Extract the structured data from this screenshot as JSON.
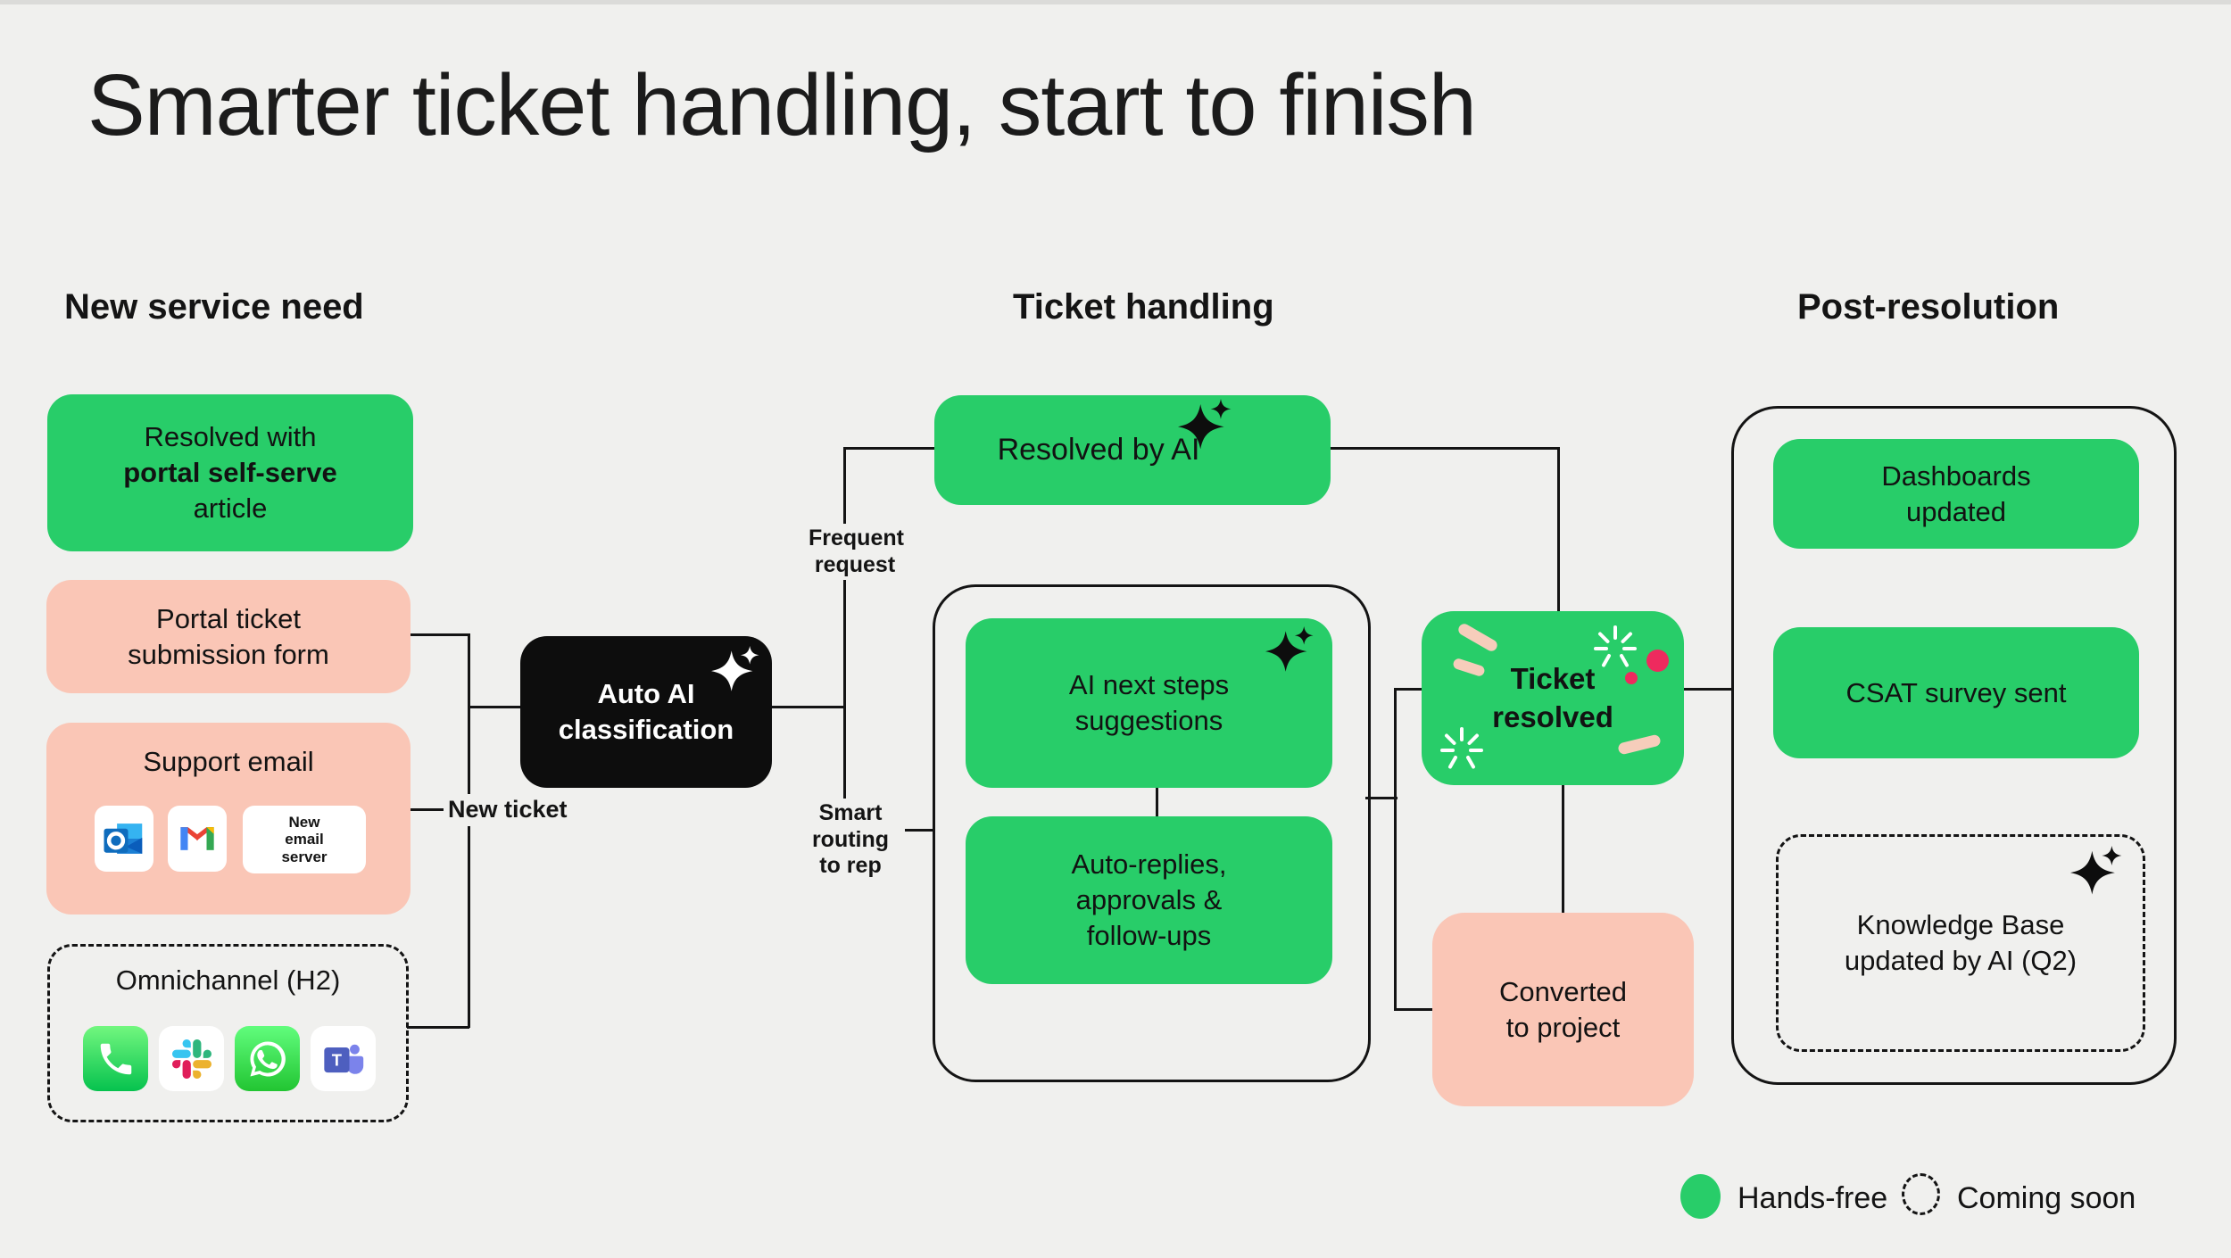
{
  "page": {
    "title": "Smarter ticket handling, start to finish"
  },
  "colors": {
    "background": "#f0f0ee",
    "green": "#28cd69",
    "pink": "#fac6b6",
    "black_box": "#0d0d0d",
    "line": "#141414",
    "confetti_red": "#ee2a5e",
    "confetti_pink": "#f6cdbb",
    "top_border": "#dbdbd9"
  },
  "columns": {
    "left": "New service need",
    "middle": "Ticket handling",
    "right": "Post-resolution"
  },
  "nodes": {
    "resolved_portal": {
      "line1": "Resolved with",
      "line2": "portal self-serve",
      "line3": "article"
    },
    "portal_form": {
      "text": "Portal ticket\nsubmission form"
    },
    "support_email": {
      "title": "Support email",
      "new_email_server": "New\nemail\nserver"
    },
    "omnichannel": {
      "title": "Omnichannel (H2)"
    },
    "auto_ai": {
      "text": "Auto AI\nclassification"
    },
    "resolved_by_ai": {
      "text": "Resolved by AI"
    },
    "ai_next_steps": {
      "text": "AI next steps\nsuggestions"
    },
    "auto_replies": {
      "text": "Auto-replies,\napprovals &\nfollow-ups"
    },
    "ticket_resolved": {
      "text": "Ticket\nresolved"
    },
    "converted": {
      "text": "Converted\nto project"
    },
    "dashboards": {
      "text": "Dashboards\nupdated"
    },
    "csat": {
      "text": "CSAT survey sent"
    },
    "knowledge_base": {
      "text": "Knowledge Base\nupdated by AI (Q2)"
    }
  },
  "edge_labels": {
    "new_ticket": "New ticket",
    "frequent_request": "Frequent\nrequest",
    "smart_routing": "Smart\nrouting\nto rep"
  },
  "legend": {
    "hands_free": "Hands-free",
    "coming_soon": "Coming soon"
  },
  "icons": {
    "support_email": [
      "outlook-icon",
      "gmail-icon",
      "new-email-server-tile"
    ],
    "omnichannel": [
      "phone-icon",
      "slack-icon",
      "whatsapp-icon",
      "teams-icon"
    ],
    "ai_marker": "sparkle-icon",
    "confetti": [
      "starburst-icon",
      "confetti-stick",
      "confetti-dot"
    ],
    "teams_letter": "T"
  }
}
